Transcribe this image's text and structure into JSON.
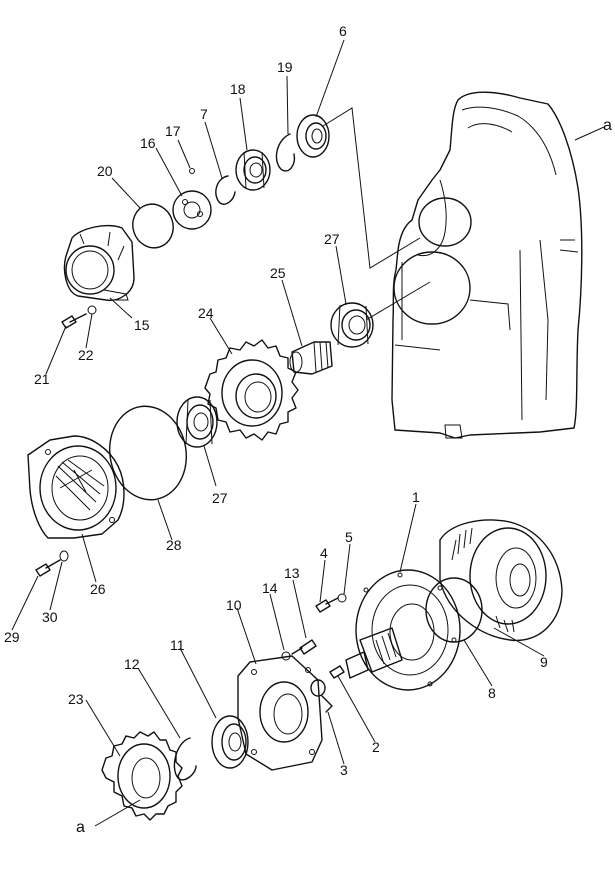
{
  "labels": {
    "p1": "1",
    "p2": "2",
    "p3": "3",
    "p4": "4",
    "p5": "5",
    "p6": "6",
    "p7": "7",
    "p8": "8",
    "p9": "9",
    "p10": "10",
    "p11": "11",
    "p12": "12",
    "p13": "13",
    "p14": "14",
    "p15": "15",
    "p16": "16",
    "p17": "17",
    "p18": "18",
    "p19": "19",
    "p20": "20",
    "p21": "21",
    "p22": "22",
    "p23": "23",
    "p24": "24",
    "p25": "25",
    "p26": "26",
    "p27a": "27",
    "p27b": "27",
    "p28": "28",
    "p29": "29",
    "p30": "30",
    "ref_a_top": "a",
    "ref_a_bottom": "a"
  }
}
